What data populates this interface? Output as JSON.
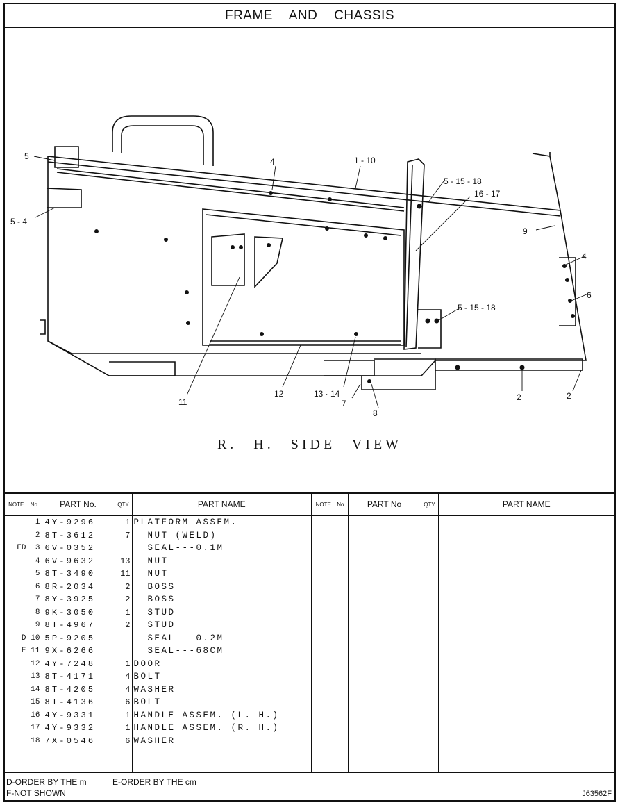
{
  "header": {
    "title": "FRAME AND CHASSIS"
  },
  "diagram": {
    "view_label": "R. H. SIDE VIEW",
    "callouts": [
      "5",
      "5 - 4",
      "4",
      "1 - 10",
      "5 - 15 - 18",
      "16 - 17",
      "9",
      "4",
      "6",
      "5 - 15 - 18",
      "11",
      "12",
      "13 · 14",
      "7",
      "8",
      "2",
      "2"
    ]
  },
  "table": {
    "headers": {
      "note": "NOTE",
      "no": "No.",
      "part_no": "PART No.",
      "qty": "QTY",
      "part_name": "PART NAME",
      "note2": "NOTE",
      "no2": "No.",
      "part_no2": "PART No",
      "qty2": "QTY",
      "part_name2": "PART NAME"
    },
    "rows": [
      {
        "note": "",
        "no": "1",
        "part_no": "4Y-9296",
        "qty": "1",
        "name": "PLATFORM ASSEM."
      },
      {
        "note": "",
        "no": "2",
        "part_no": "8T-3612",
        "qty": "7",
        "name": "  NUT (WELD)"
      },
      {
        "note": "FD",
        "no": "3",
        "part_no": "6V-0352",
        "qty": "",
        "name": "  SEAL---0.1M"
      },
      {
        "note": "",
        "no": "4",
        "part_no": "6V-9632",
        "qty": "13",
        "name": "  NUT"
      },
      {
        "note": "",
        "no": "5",
        "part_no": "8T-3490",
        "qty": "11",
        "name": "  NUT"
      },
      {
        "note": "",
        "no": "6",
        "part_no": "8R-2034",
        "qty": "2",
        "name": "  BOSS"
      },
      {
        "note": "",
        "no": "7",
        "part_no": "8Y-3925",
        "qty": "2",
        "name": "  BOSS"
      },
      {
        "note": "",
        "no": "8",
        "part_no": "9K-3050",
        "qty": "1",
        "name": "  STUD"
      },
      {
        "note": "",
        "no": "9",
        "part_no": "8T-4967",
        "qty": "2",
        "name": "  STUD"
      },
      {
        "note": "D",
        "no": "10",
        "part_no": "5P-9205",
        "qty": "",
        "name": "  SEAL---0.2M"
      },
      {
        "note": "E",
        "no": "11",
        "part_no": "9X-6266",
        "qty": "",
        "name": "  SEAL---68CM"
      },
      {
        "note": "",
        "no": "12",
        "part_no": "4Y-7248",
        "qty": "1",
        "name": "DOOR"
      },
      {
        "note": "",
        "no": "13",
        "part_no": "8T-4171",
        "qty": "4",
        "name": "BOLT"
      },
      {
        "note": "",
        "no": "14",
        "part_no": "8T-4205",
        "qty": "4",
        "name": "WASHER"
      },
      {
        "note": "",
        "no": "15",
        "part_no": "8T-4136",
        "qty": "6",
        "name": "BOLT"
      },
      {
        "note": "",
        "no": "16",
        "part_no": "4Y-9331",
        "qty": "1",
        "name": "HANDLE ASSEM. (L. H.)"
      },
      {
        "note": "",
        "no": "17",
        "part_no": "4Y-9332",
        "qty": "1",
        "name": "HANDLE ASSEM. (R. H.)"
      },
      {
        "note": "",
        "no": "18",
        "part_no": "7X-0546",
        "qty": "6",
        "name": "WASHER"
      }
    ]
  },
  "footer": {
    "note_d": "D-ORDER BY THE m",
    "note_e": "E-ORDER BY THE cm",
    "note_f": "F-NOT SHOWN",
    "drawing_code": "J63562F"
  }
}
